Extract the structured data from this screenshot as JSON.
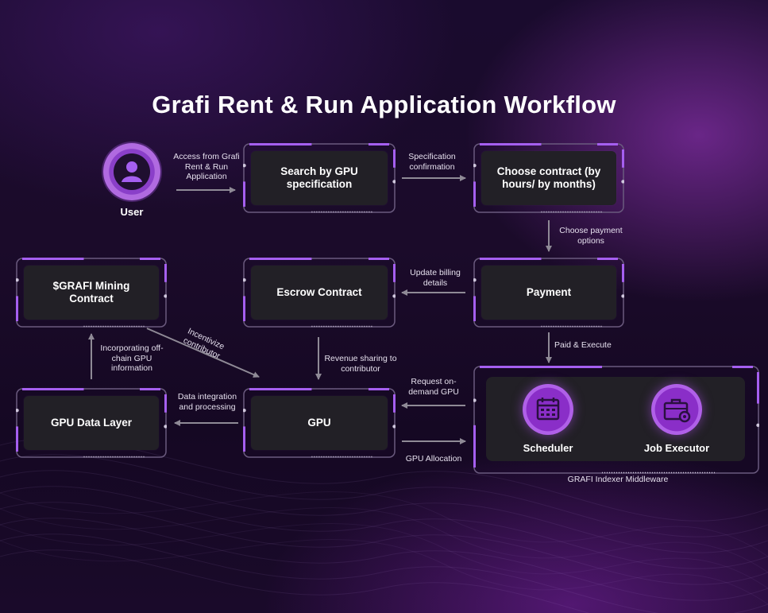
{
  "title": "Grafi Rent & Run Application Workflow",
  "user": {
    "label": "User",
    "icon": "user-icon"
  },
  "nodes": {
    "search": "Search by GPU specification",
    "choose": "Choose contract (by hours/ by months)",
    "payment": "Payment",
    "escrow": "Escrow Contract",
    "mining": "$GRAFI Mining Contract",
    "gpu": "GPU",
    "datalayer": "GPU Data Layer"
  },
  "middleware": {
    "label": "GRAFI Indexer Middleware",
    "scheduler": {
      "label": "Scheduler",
      "icon": "calendar-icon"
    },
    "executor": {
      "label": "Job Executor",
      "icon": "briefcase-gear-icon"
    }
  },
  "edges": {
    "access": "Access from Grafi Rent & Run Application",
    "spec_confirm": "Specification confirmation",
    "choose_payment": "Choose payment options",
    "update_billing": "Update billing details",
    "paid_execute": "Paid & Execute",
    "revenue_sharing": "Revenue sharing to contributor",
    "incentivize": "Incentivize contributor",
    "incorporating": "Incorporating off-chain GPU information",
    "data_integration": "Data integration and processing",
    "request_gpu": "Request on-demand GPU",
    "gpu_allocation": "GPU Allocation"
  },
  "colors": {
    "accent": "#a55ff0",
    "frame": "#6a5a7e",
    "box": "#222026",
    "arrow": "#8f8a96"
  }
}
